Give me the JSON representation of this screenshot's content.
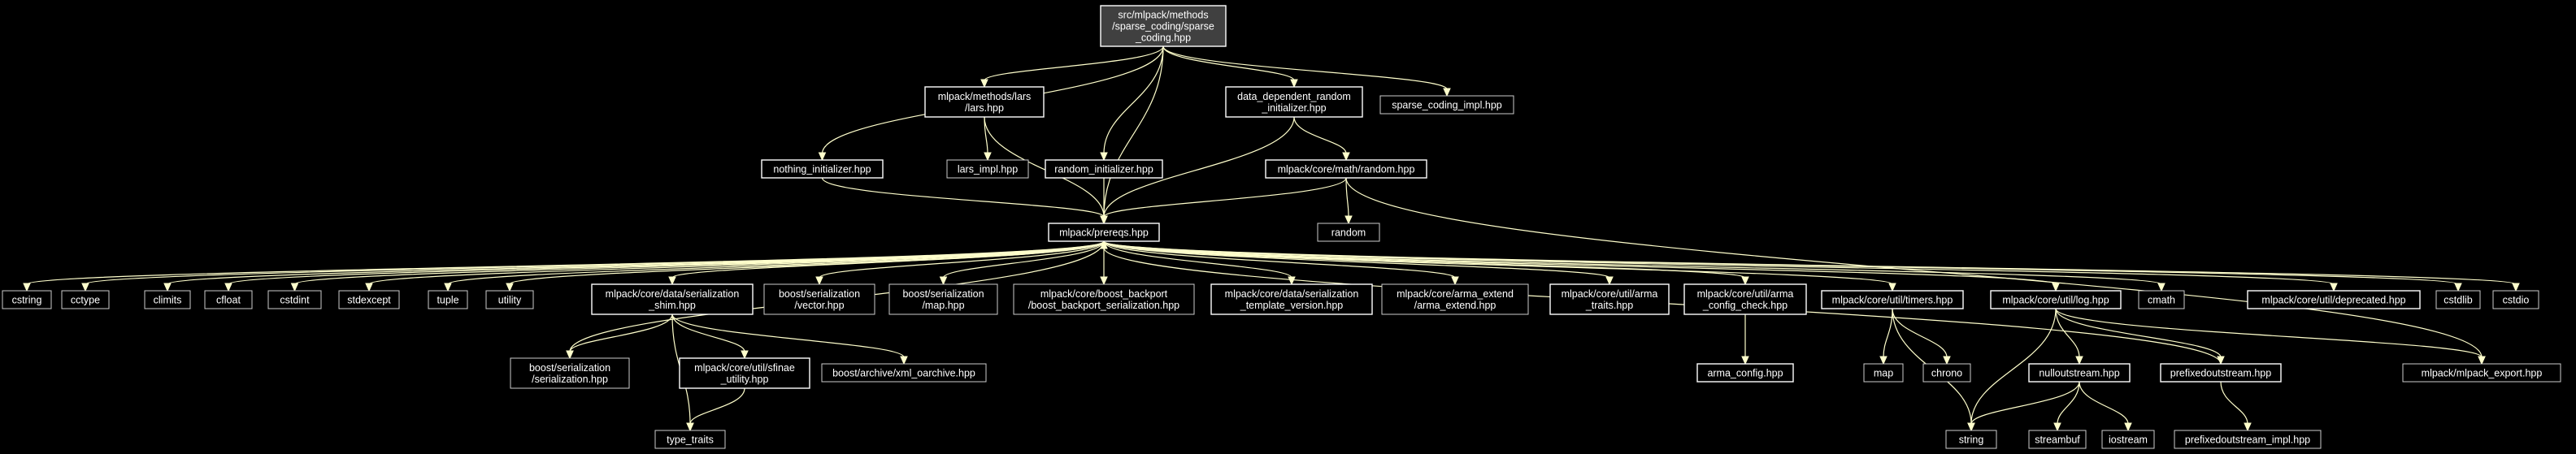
{
  "colors": {
    "background": "#000000",
    "edge": "#ffffcc",
    "node_text": "#ffffff",
    "root_fill": "#404040"
  },
  "nodes": {
    "root": {
      "lines": [
        "src/mlpack/methods",
        "/sparse_coding/sparse",
        "_coding.hpp"
      ]
    },
    "lars": {
      "lines": [
        "mlpack/methods/lars",
        "/lars.hpp"
      ]
    },
    "ddri": {
      "lines": [
        "data_dependent_random",
        "_initializer.hpp"
      ]
    },
    "sc_impl": {
      "lines": [
        "sparse_coding_impl.hpp"
      ]
    },
    "nothing": {
      "lines": [
        "nothing_initializer.hpp"
      ]
    },
    "lars_impl": {
      "lines": [
        "lars_impl.hpp"
      ]
    },
    "rand_init": {
      "lines": [
        "random_initializer.hpp"
      ]
    },
    "core_random": {
      "lines": [
        "mlpack/core/math/random.hpp"
      ]
    },
    "prereqs": {
      "lines": [
        "mlpack/prereqs.hpp"
      ]
    },
    "random": {
      "lines": [
        "random"
      ]
    },
    "cstring": {
      "lines": [
        "cstring"
      ]
    },
    "cctype": {
      "lines": [
        "cctype"
      ]
    },
    "climits": {
      "lines": [
        "climits"
      ]
    },
    "cfloat": {
      "lines": [
        "cfloat"
      ]
    },
    "cstdint": {
      "lines": [
        "cstdint"
      ]
    },
    "stdexcept": {
      "lines": [
        "stdexcept"
      ]
    },
    "tuple": {
      "lines": [
        "tuple"
      ]
    },
    "utility": {
      "lines": [
        "utility"
      ]
    },
    "ser_shim": {
      "lines": [
        "mlpack/core/data/serialization",
        "_shim.hpp"
      ]
    },
    "bs_vector": {
      "lines": [
        "boost/serialization",
        "/vector.hpp"
      ]
    },
    "bs_map": {
      "lines": [
        "boost/serialization",
        "/map.hpp"
      ]
    },
    "boost_backport": {
      "lines": [
        "mlpack/core/boost_backport",
        "/boost_backport_serialization.hpp"
      ]
    },
    "ser_template": {
      "lines": [
        "mlpack/core/data/serialization",
        "_template_version.hpp"
      ]
    },
    "arma_extend": {
      "lines": [
        "mlpack/core/arma_extend",
        "/arma_extend.hpp"
      ]
    },
    "arma_traits": {
      "lines": [
        "mlpack/core/util/arma",
        "_traits.hpp"
      ]
    },
    "arma_config_check": {
      "lines": [
        "mlpack/core/util/arma",
        "_config_check.hpp"
      ]
    },
    "timers": {
      "lines": [
        "mlpack/core/util/timers.hpp"
      ]
    },
    "log": {
      "lines": [
        "mlpack/core/util/log.hpp"
      ]
    },
    "cmath": {
      "lines": [
        "cmath"
      ]
    },
    "deprecated": {
      "lines": [
        "mlpack/core/util/deprecated.hpp"
      ]
    },
    "cstdlib": {
      "lines": [
        "cstdlib"
      ]
    },
    "cstdio": {
      "lines": [
        "cstdio"
      ]
    },
    "bs_serialization": {
      "lines": [
        "boost/serialization",
        "/serialization.hpp"
      ]
    },
    "sfinae": {
      "lines": [
        "mlpack/core/util/sfinae",
        "_utility.hpp"
      ]
    },
    "xml_oarchive": {
      "lines": [
        "boost/archive/xml_oarchive.hpp"
      ]
    },
    "arma_config": {
      "lines": [
        "arma_config.hpp"
      ]
    },
    "map": {
      "lines": [
        "map"
      ]
    },
    "chrono": {
      "lines": [
        "chrono"
      ]
    },
    "nullout": {
      "lines": [
        "nulloutstream.hpp"
      ]
    },
    "prefixed": {
      "lines": [
        "prefixedoutstream.hpp"
      ]
    },
    "mlpack_export": {
      "lines": [
        "mlpack/mlpack_export.hpp"
      ]
    },
    "type_traits": {
      "lines": [
        "type_traits"
      ]
    },
    "string": {
      "lines": [
        "string"
      ]
    },
    "streambuf": {
      "lines": [
        "streambuf"
      ]
    },
    "iostream": {
      "lines": [
        "iostream"
      ]
    },
    "prefixed_impl": {
      "lines": [
        "prefixedoutstream_impl.hpp"
      ]
    }
  },
  "edges": [
    [
      "root",
      "nothing"
    ],
    [
      "root",
      "lars"
    ],
    [
      "root",
      "rand_init"
    ],
    [
      "root",
      "prereqs"
    ],
    [
      "root",
      "ddri"
    ],
    [
      "root",
      "sc_impl"
    ],
    [
      "lars",
      "lars_impl"
    ],
    [
      "lars",
      "prereqs"
    ],
    [
      "ddri",
      "prereqs"
    ],
    [
      "ddri",
      "core_random"
    ],
    [
      "nothing",
      "prereqs"
    ],
    [
      "rand_init",
      "prereqs"
    ],
    [
      "core_random",
      "prereqs"
    ],
    [
      "core_random",
      "random"
    ],
    [
      "core_random",
      "mlpack_export"
    ],
    [
      "prereqs",
      "cstring"
    ],
    [
      "prereqs",
      "cctype"
    ],
    [
      "prereqs",
      "climits"
    ],
    [
      "prereqs",
      "cfloat"
    ],
    [
      "prereqs",
      "cstdint"
    ],
    [
      "prereqs",
      "stdexcept"
    ],
    [
      "prereqs",
      "tuple"
    ],
    [
      "prereqs",
      "utility"
    ],
    [
      "prereqs",
      "ser_shim"
    ],
    [
      "prereqs",
      "bs_vector"
    ],
    [
      "prereqs",
      "bs_map"
    ],
    [
      "prereqs",
      "boost_backport"
    ],
    [
      "prereqs",
      "ser_template"
    ],
    [
      "prereqs",
      "arma_extend"
    ],
    [
      "prereqs",
      "arma_traits"
    ],
    [
      "prereqs",
      "arma_config_check"
    ],
    [
      "prereqs",
      "timers"
    ],
    [
      "prereqs",
      "log"
    ],
    [
      "prereqs",
      "cmath"
    ],
    [
      "prereqs",
      "deprecated"
    ],
    [
      "prereqs",
      "cstdlib"
    ],
    [
      "prereqs",
      "cstdio"
    ],
    [
      "prereqs",
      "bs_serialization"
    ],
    [
      "ser_shim",
      "bs_serialization"
    ],
    [
      "ser_shim",
      "sfinae"
    ],
    [
      "ser_shim",
      "xml_oarchive"
    ],
    [
      "ser_shim",
      "type_traits"
    ],
    [
      "sfinae",
      "type_traits"
    ],
    [
      "arma_config_check",
      "arma_config"
    ],
    [
      "timers",
      "map"
    ],
    [
      "timers",
      "chrono"
    ],
    [
      "timers",
      "string"
    ],
    [
      "log",
      "nullout"
    ],
    [
      "log",
      "prefixed"
    ],
    [
      "log",
      "mlpack_export"
    ],
    [
      "log",
      "string"
    ],
    [
      "nullout",
      "string"
    ],
    [
      "nullout",
      "streambuf"
    ],
    [
      "nullout",
      "iostream"
    ],
    [
      "prefixed",
      "prefixed_impl"
    ],
    [
      "prefixed",
      "prereqs"
    ]
  ]
}
